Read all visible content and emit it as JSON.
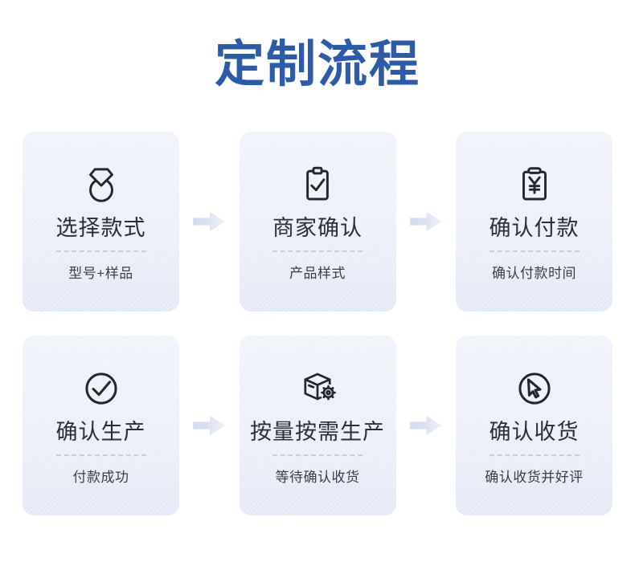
{
  "page": {
    "title": "定制流程"
  },
  "cards": [
    {
      "icon": "ring-icon",
      "label": "选择款式",
      "sublabel": "型号+样品"
    },
    {
      "icon": "clipboard-check-icon",
      "label": "商家确认",
      "sublabel": "产品样式"
    },
    {
      "icon": "payment-yuan-icon",
      "label": "确认付款",
      "sublabel": "确认付款时间"
    },
    {
      "icon": "check-circle-icon",
      "label": "确认生产",
      "sublabel": "付款成功"
    },
    {
      "icon": "box-gear-icon",
      "label": "按量按需生产",
      "sublabel": "等待确认收货"
    },
    {
      "icon": "cursor-circle-icon",
      "label": "确认收货",
      "sublabel": "确认收货并好评"
    }
  ],
  "colors": {
    "title": "#2D5BA7",
    "card_background_top": "#EFF2FA",
    "card_background_bottom": "#E2E7F6",
    "icon_stroke": "#24262C",
    "label_text": "#2B2E36",
    "sublabel_text": "#3A3D45",
    "divider": "#C8CCD7",
    "arrow": "#D5DBEF",
    "page_background": "#FFFFFF"
  }
}
